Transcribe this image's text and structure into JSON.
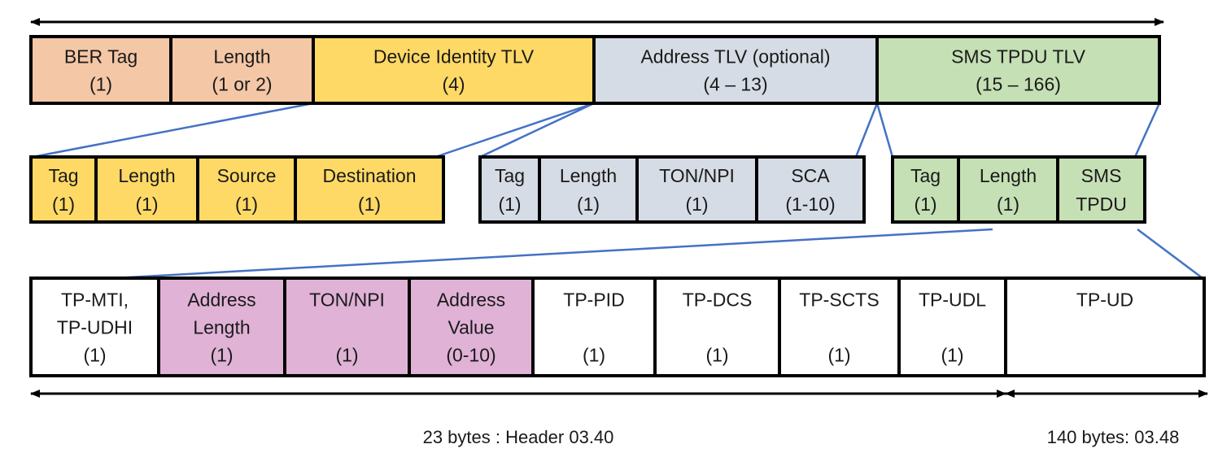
{
  "colors": {
    "orange": "#F4C7A6",
    "yellow": "#FFD966",
    "gray": "#D6DCE5",
    "green": "#C5E0B4",
    "pink": "#E0B2D6",
    "white": "#FFFFFF",
    "connector": "#4472C4"
  },
  "row1": [
    {
      "id": "ber-tag",
      "lines": [
        "BER Tag",
        "(1)"
      ],
      "color": "orange"
    },
    {
      "id": "length",
      "lines": [
        "Length",
        "(1 or 2)"
      ],
      "color": "orange"
    },
    {
      "id": "device-identity-tlv",
      "lines": [
        "Device Identity TLV",
        "(4)"
      ],
      "color": "yellow"
    },
    {
      "id": "address-tlv",
      "lines": [
        "Address TLV (optional)",
        "(4 – 13)"
      ],
      "color": "gray"
    },
    {
      "id": "sms-tpdu-tlv",
      "lines": [
        "SMS TPDU TLV",
        "(15 – 166)"
      ],
      "color": "green"
    }
  ],
  "row2a": [
    {
      "id": "tag",
      "lines": [
        "Tag",
        "(1)"
      ],
      "color": "yellow"
    },
    {
      "id": "length",
      "lines": [
        "Length",
        "(1)"
      ],
      "color": "yellow"
    },
    {
      "id": "source",
      "lines": [
        "Source",
        "(1)"
      ],
      "color": "yellow"
    },
    {
      "id": "destination",
      "lines": [
        "Destination",
        "(1)"
      ],
      "color": "yellow"
    }
  ],
  "row2b": [
    {
      "id": "tag",
      "lines": [
        "Tag",
        "(1)"
      ],
      "color": "gray"
    },
    {
      "id": "length",
      "lines": [
        "Length",
        "(1)"
      ],
      "color": "gray"
    },
    {
      "id": "ton-npi",
      "lines": [
        "TON/NPI",
        "(1)"
      ],
      "color": "gray"
    },
    {
      "id": "sca",
      "lines": [
        "SCA",
        "(1-10)"
      ],
      "color": "gray"
    }
  ],
  "row2c": [
    {
      "id": "tag",
      "lines": [
        "Tag",
        "(1)"
      ],
      "color": "green"
    },
    {
      "id": "length",
      "lines": [
        "Length",
        "(1)"
      ],
      "color": "green"
    },
    {
      "id": "sms-tpdu",
      "lines": [
        "SMS",
        "TPDU"
      ],
      "color": "green"
    }
  ],
  "row3": [
    {
      "id": "tp-mti-udhi",
      "lines": [
        "TP-MTI,",
        "TP-UDHI",
        "(1)"
      ],
      "color": "white"
    },
    {
      "id": "address-length",
      "lines": [
        "Address",
        "Length",
        "(1)"
      ],
      "color": "pink"
    },
    {
      "id": "ton-npi",
      "lines": [
        "TON/NPI",
        "",
        "(1)"
      ],
      "color": "pink"
    },
    {
      "id": "address-value",
      "lines": [
        "Address",
        "Value",
        "(0-10)"
      ],
      "color": "pink"
    },
    {
      "id": "tp-pid",
      "lines": [
        "TP-PID",
        "",
        "(1)"
      ],
      "color": "white"
    },
    {
      "id": "tp-dcs",
      "lines": [
        "TP-DCS",
        "",
        "(1)"
      ],
      "color": "white"
    },
    {
      "id": "tp-scts",
      "lines": [
        "TP-SCTS",
        "",
        "(1)"
      ],
      "color": "white"
    },
    {
      "id": "tp-udl",
      "lines": [
        "TP-UDL",
        "",
        "(1)"
      ],
      "color": "white"
    },
    {
      "id": "tp-ud",
      "lines": [
        "TP-UD",
        "",
        ""
      ],
      "color": "white"
    }
  ],
  "labels": {
    "header": "23 bytes : Header 03.40",
    "payload": "140 bytes: 03.48"
  }
}
